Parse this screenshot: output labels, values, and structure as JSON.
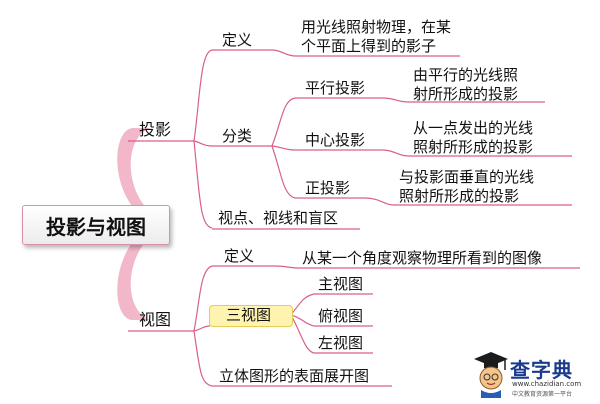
{
  "root": {
    "label": "投影与视图"
  },
  "projection": {
    "label": "投影",
    "definition": {
      "label": "定义",
      "text_line1": "用光线照射物理，在某",
      "text_line2": "个平面上得到的影子"
    },
    "classification": {
      "label": "分类",
      "parallel": {
        "label": "平行投影",
        "desc_line1": "由平行的光线照",
        "desc_line2": "射所形成的投影"
      },
      "central": {
        "label": "中心投影",
        "desc_line1": "从一点发出的光线",
        "desc_line2": "照射所形成的投影"
      },
      "orthographic": {
        "label": "正投影",
        "desc_line1": "与投影面垂直的光线",
        "desc_line2": "照射所形成的投影"
      }
    },
    "viewpoint": {
      "label": "视点、视线和盲区"
    }
  },
  "view": {
    "label": "视图",
    "definition": {
      "label": "定义",
      "text": "从某一个角度观察物理所看到的图像"
    },
    "three_views": {
      "label": "三视图",
      "front": "主视图",
      "top": "俯视图",
      "left": "左视图"
    },
    "unfolding": {
      "label": "立体图形的表面展开图"
    }
  },
  "watermark": {
    "name": "查字典",
    "url": "www.chazidian.com",
    "slogan": "中文教育资源第一平台"
  },
  "colors": {
    "branch": "#f2b8c9",
    "line": "#d95f8e",
    "highlight": "#fff3b0"
  }
}
